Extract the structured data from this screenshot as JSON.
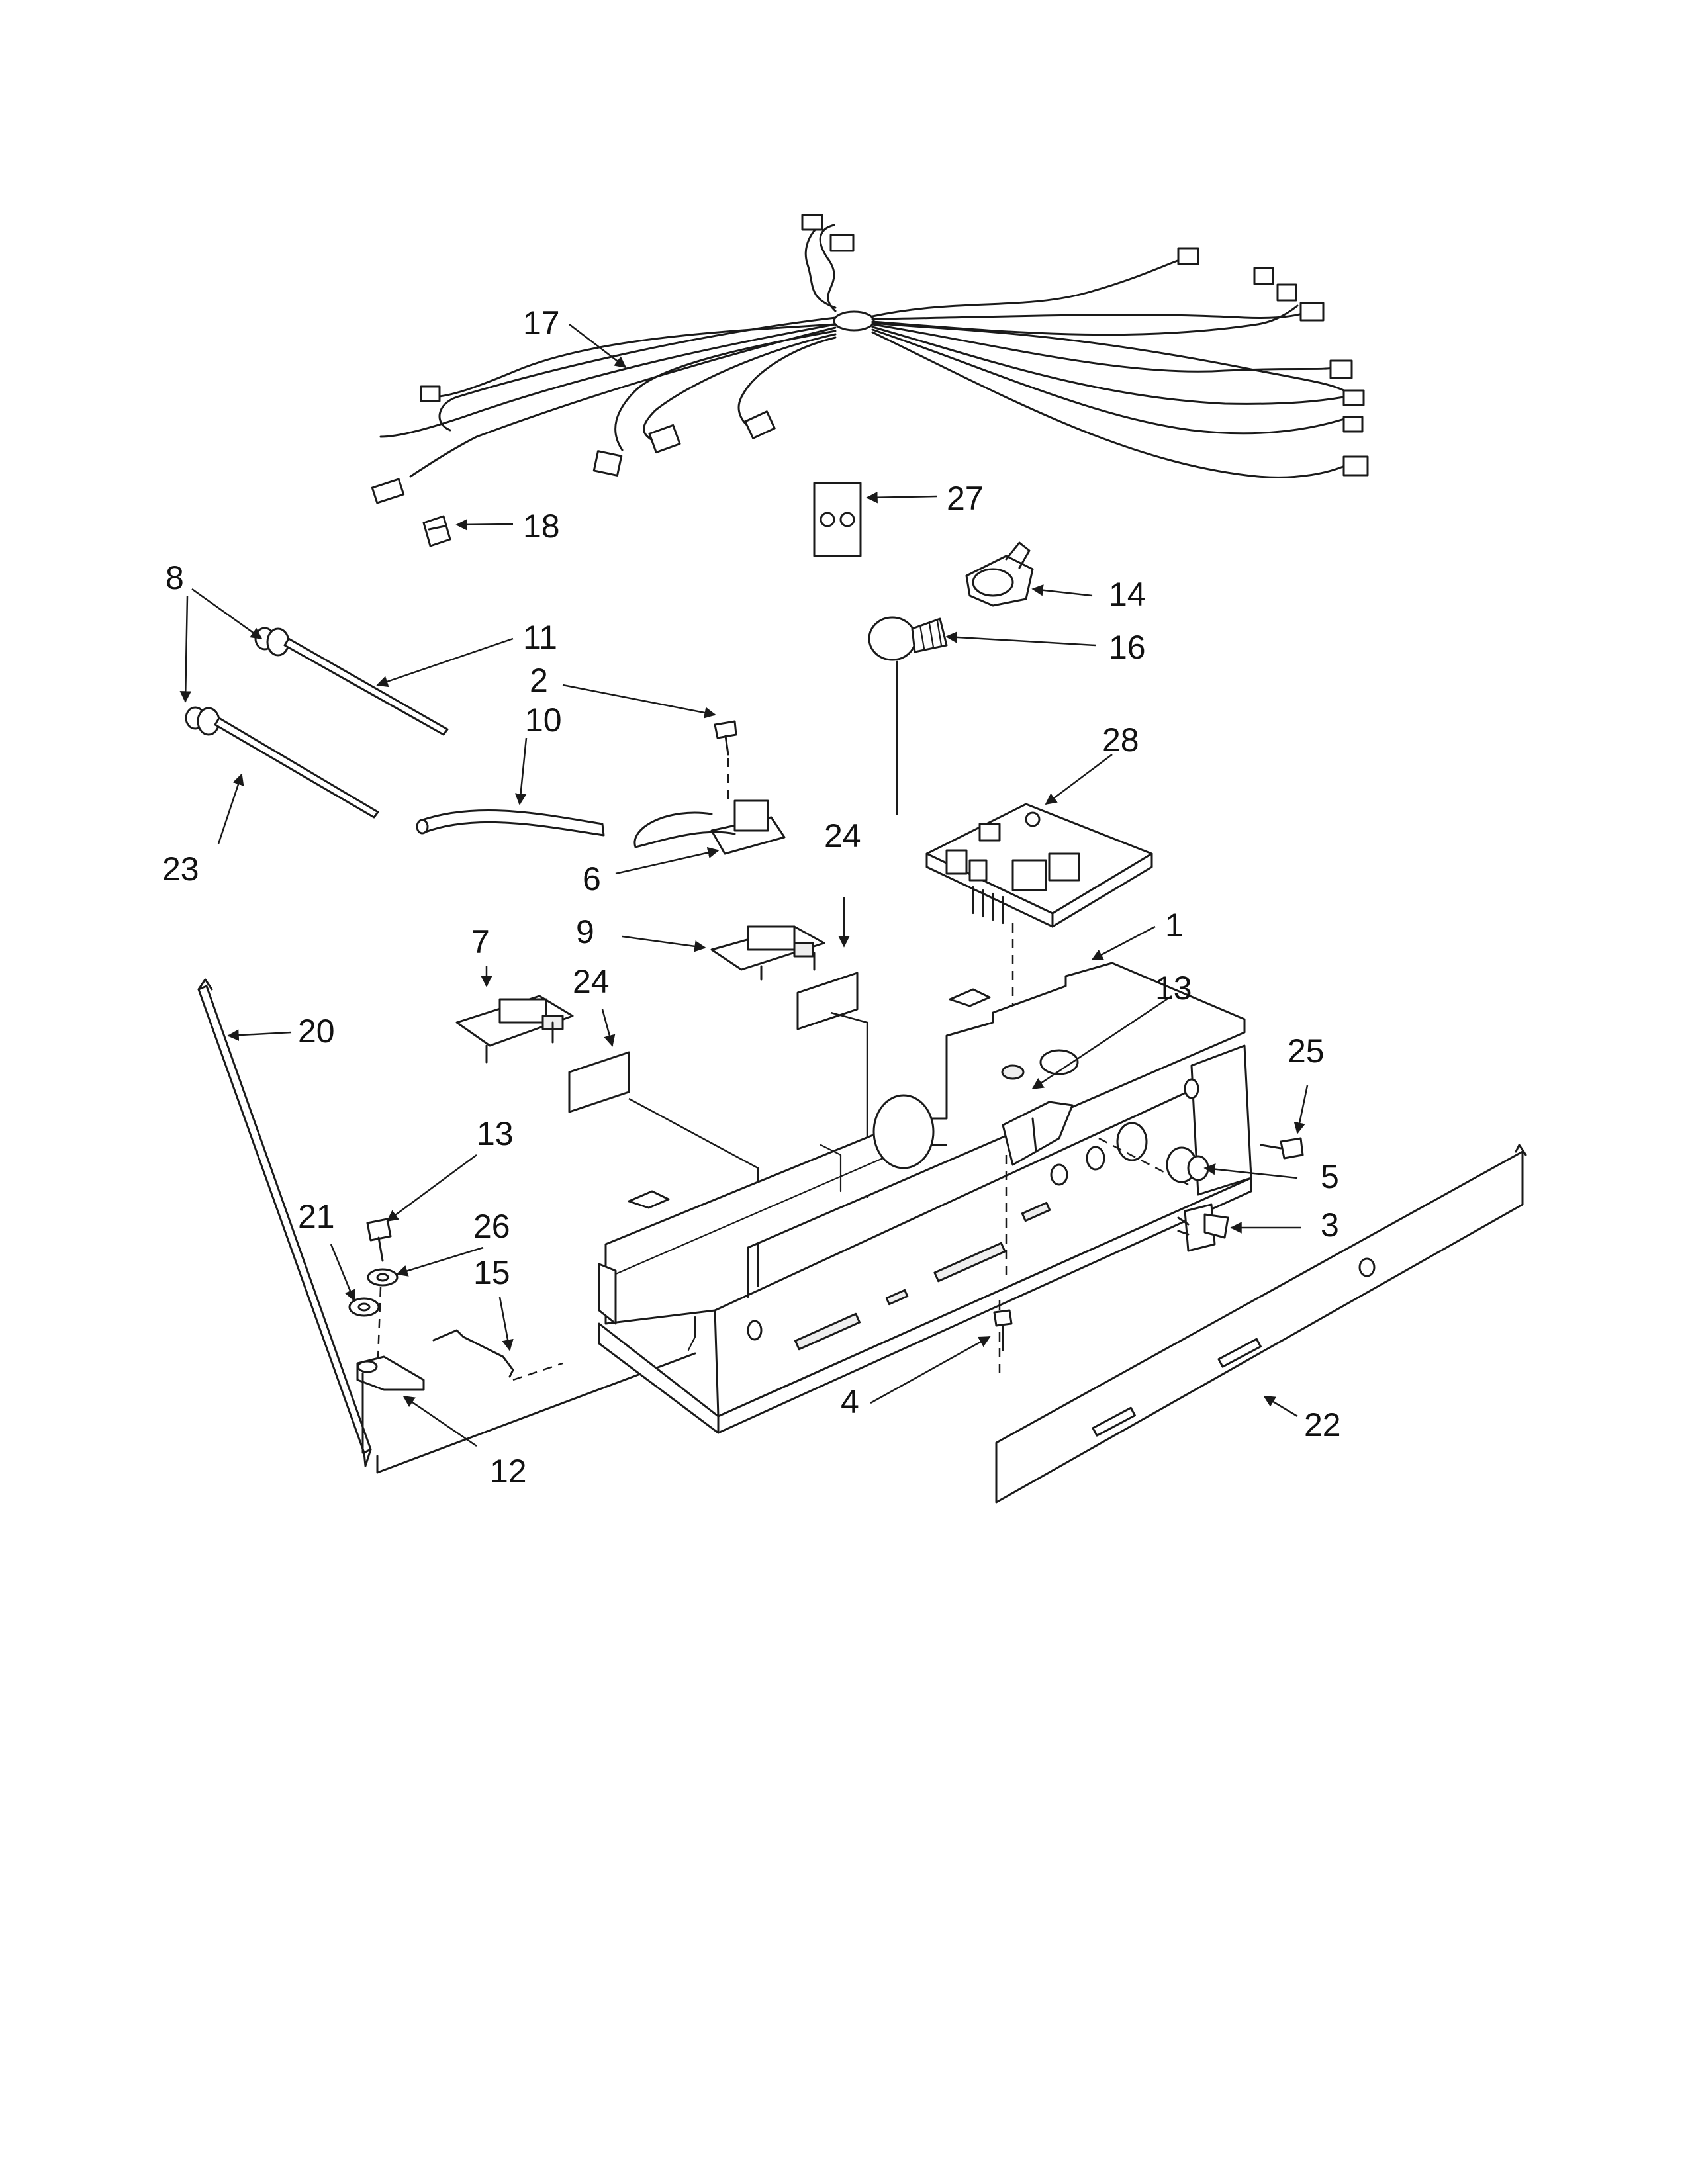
{
  "callouts": [
    "1",
    "2",
    "3",
    "4",
    "5",
    "6",
    "7",
    "8",
    "9",
    "10",
    "11",
    "12",
    "13",
    "13",
    "14",
    "15",
    "16",
    "17",
    "18",
    "20",
    "21",
    "22",
    "23",
    "24",
    "24",
    "25",
    "26",
    "27",
    "28"
  ]
}
